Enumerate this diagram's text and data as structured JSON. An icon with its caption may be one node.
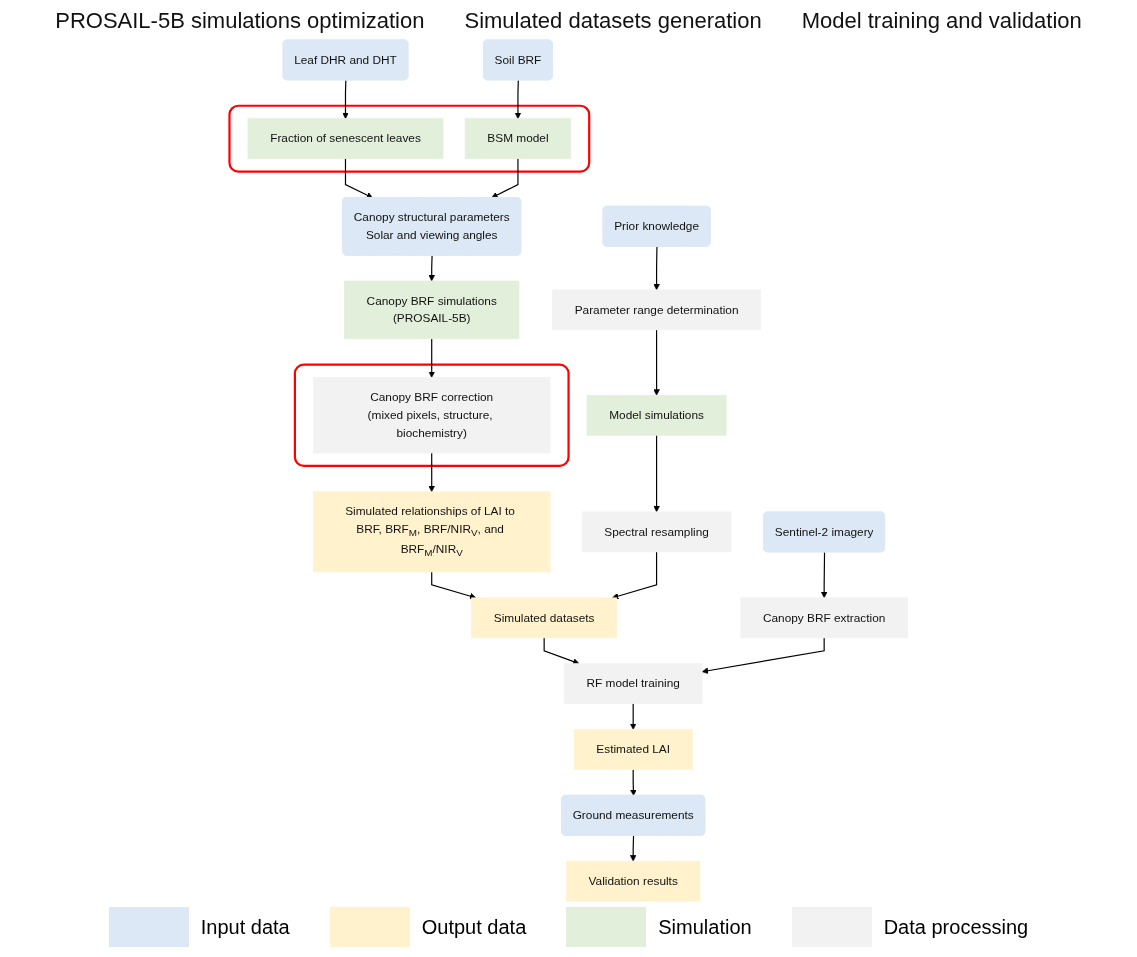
{
  "diagram": {
    "nodes": [
      {
        "text": [
          "Leaf DHR and DHT"
        ]
      },
      {
        "text": [
          "Soil BRF"
        ]
      },
      {
        "text": [],
        "shape": "box"
      },
      {
        "text": [
          "Fraction of senescent leaves"
        ],
        "in": 2
      },
      {
        "text": [
          "BSM model"
        ],
        "in": 2
      },
      {
        "text": [
          "Canopy structural parameters",
          "Solar and viewing angles"
        ]
      },
      {
        "text": [
          "Canopy BRF simulations",
          "(PROSAIL-5B)"
        ]
      },
      {
        "text": [],
        "shape": "box"
      },
      {
        "text": [
          "Canopy BRF correction",
          "(mixed pixels, structure, biochemistry)"
        ],
        "in": 7
      },
      {
        "text": [
          "Simulated relationships of LAI to BRF, BRF$_{M}$, BRF/NIR$_{V}$, and BRF$_{M}$/NIR$_{V}$"
        ]
      },
      {
        "text": [
          "Prior knowledge"
        ]
      },
      {
        "text": [
          "Parameter range determination"
        ]
      },
      {
        "text": [
          "Model simulations"
        ]
      },
      {
        "text": [
          "Spectral resampling"
        ]
      },
      {
        "text": [
          "Simulated datasets"
        ]
      },
      {
        "text": [
          "Sentinel-2 imagery"
        ]
      },
      {
        "text": [
          "Canopy BRF extraction"
        ]
      },
      {
        "text": [
          "RF model training"
        ]
      },
      {
        "text": [
          "Estimated LAI"
        ]
      },
      {
        "text": [
          "Ground measurements"
        ]
      },
      {
        "text": [
          "Validation results"
        ]
      }
    ],
    "edges": [
      {
        "from": 0,
        "to": 3,
        "arrow": "to"
      },
      {
        "from": 1,
        "to": 4,
        "arrow": "to"
      },
      {
        "from": 3,
        "to": 5,
        "arrow": "to"
      },
      {
        "from": 4,
        "to": 5,
        "arrow": "to"
      },
      {
        "from": 5,
        "to": 6,
        "arrow": "to"
      },
      {
        "from": 6,
        "to": 8,
        "arrow": "to"
      },
      {
        "from": 8,
        "to": 9,
        "arrow": "to"
      },
      {
        "from": 9,
        "to": 14,
        "arrow": "to"
      },
      {
        "from": 10,
        "to": 11,
        "arrow": "to"
      },
      {
        "from": 11,
        "to": 12,
        "arrow": "to"
      },
      {
        "from": 12,
        "to": 13,
        "arrow": "to"
      },
      {
        "from": 13,
        "to": 14,
        "arrow": "to"
      },
      {
        "from": 14,
        "to": 17,
        "arrow": "to"
      },
      {
        "from": 15,
        "to": 16,
        "arrow": "to"
      },
      {
        "from": 16,
        "to": 17,
        "arrow": "to"
      },
      {
        "from": 17,
        "to": 18,
        "arrow": "to"
      },
      {
        "from": 18,
        "to": 19,
        "arrow": "to"
      },
      {
        "from": 19,
        "to": 20,
        "arrow": "to"
      }
    ],
    "labels": [
      "PROSAIL-5B simulations optimization",
      "Simulated datasets generation",
      "Model training and validation"
    ],
    "legend": [
      {
        "text": "Input data",
        "color": "#dce8f5"
      },
      {
        "text": "Output data",
        "color": "#fff2cc"
      },
      {
        "text": "Simulation",
        "color": "#e2efda"
      },
      {
        "text": "Data processing",
        "color": "#f2f2f2"
      }
    ]
  }
}
